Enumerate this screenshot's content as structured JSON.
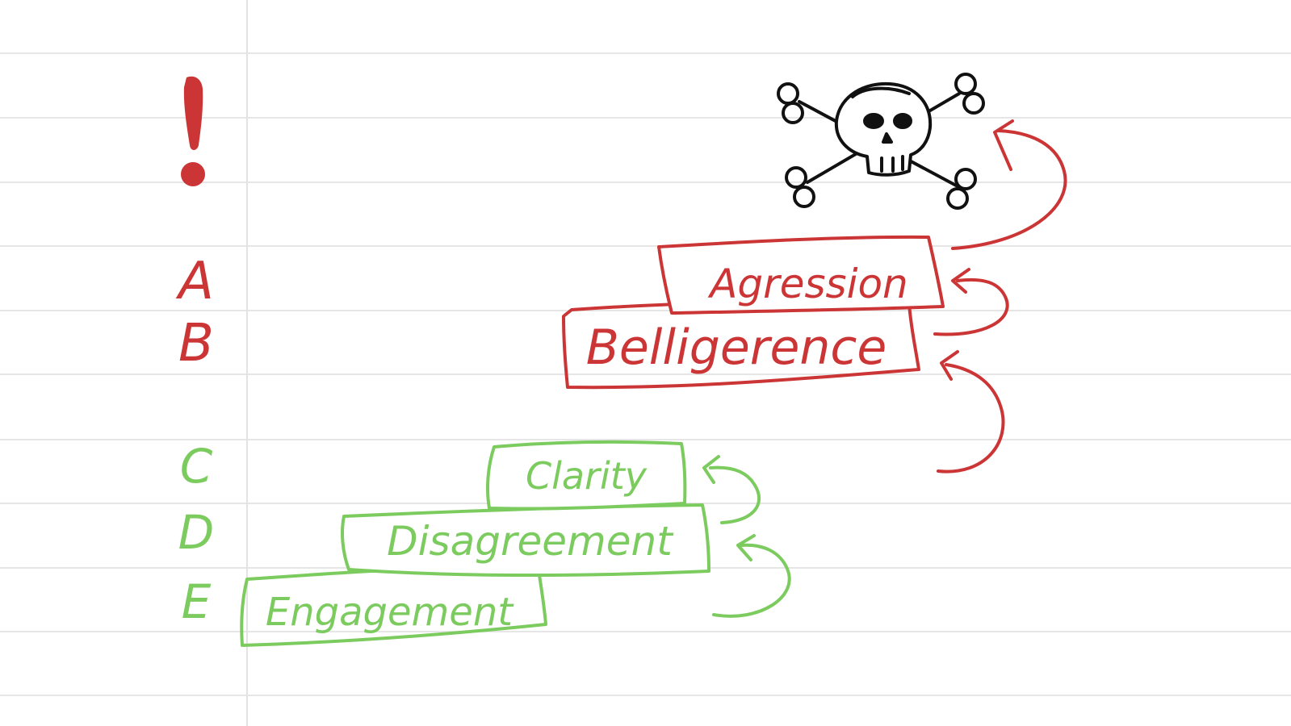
{
  "colors": {
    "paper": "#ffffff",
    "rule_line": "#e6e6e6",
    "margin_line": "#e3e3e3",
    "red": "#cc3535",
    "green": "#7ccb5f",
    "black": "#111111"
  },
  "warning": {
    "mark": "!"
  },
  "letters": {
    "a": "A",
    "b": "B",
    "c": "C",
    "d": "D",
    "e": "E"
  },
  "boxes": {
    "aggression": "Agression",
    "belligerence": "Belligerence",
    "clarity": "Clarity",
    "disagreement": "Disagreement",
    "engagement": "Engagement"
  },
  "icons": {
    "skull": "skull-and-crossbones-icon",
    "arrow": "curved-arrow-icon"
  }
}
